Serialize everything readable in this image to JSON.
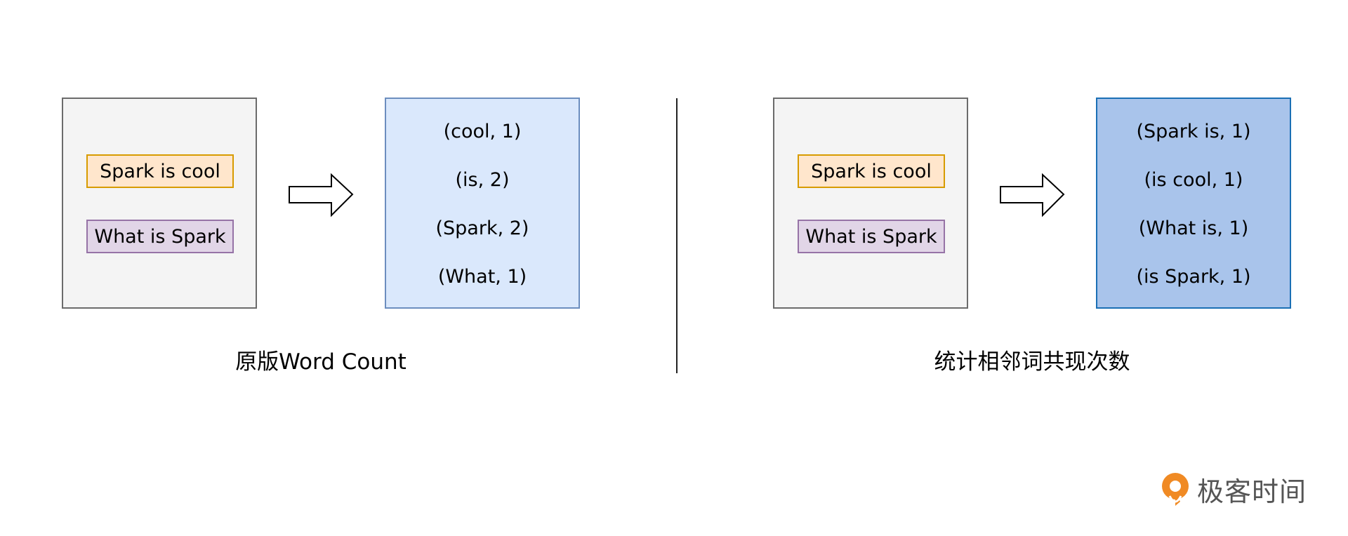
{
  "left": {
    "inputs": [
      "Spark is cool",
      "What is Spark"
    ],
    "outputs": [
      "(cool, 1)",
      "(is, 2)",
      "(Spark, 2)",
      "(What, 1)"
    ],
    "caption": "原版Word Count"
  },
  "right": {
    "inputs": [
      "Spark is cool",
      "What is Spark"
    ],
    "outputs": [
      "(Spark is, 1)",
      "(is cool, 1)",
      "(What is, 1)",
      "(is Spark, 1)"
    ],
    "caption": "统计相邻词共现次数"
  },
  "logo": {
    "text": "极客时间",
    "icon": "geektime-logo-icon"
  },
  "colors": {
    "input_box_fill": "#f4f4f4",
    "orange_fill": "#ffe6cc",
    "orange_border": "#d79b00",
    "purple_fill": "#e1d5e7",
    "purple_border": "#9673a6",
    "left_output_fill": "#dae8fc",
    "right_output_fill": "#a9c4eb",
    "logo_orange": "#f08a24"
  }
}
